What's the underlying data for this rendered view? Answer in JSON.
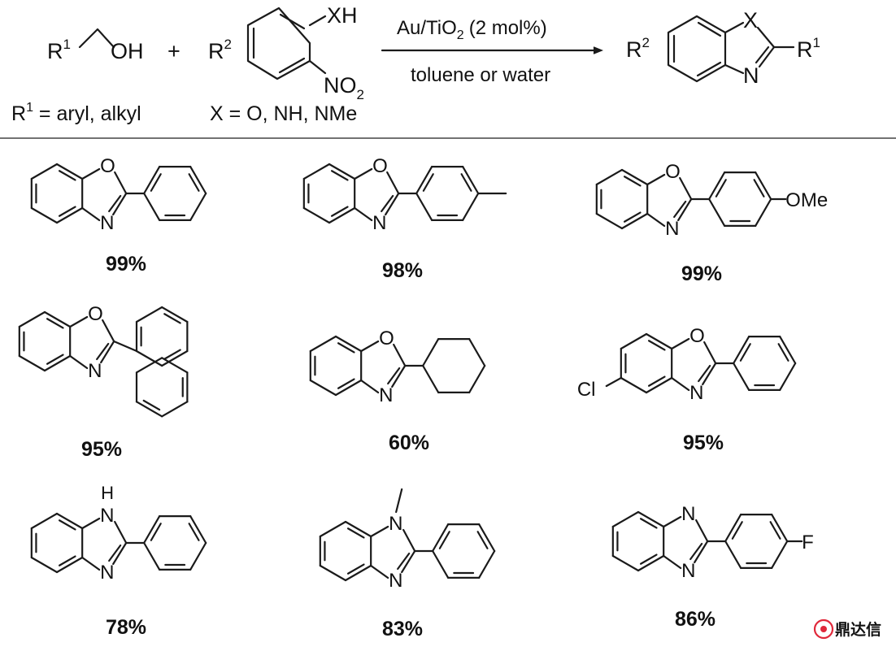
{
  "reaction": {
    "reactant1": {
      "r_group": "R",
      "r_superscript": "1",
      "hydroxyl": "OH"
    },
    "plus": "+",
    "reactant2": {
      "r_group": "R",
      "r_superscript": "2",
      "xh": "XH",
      "nitro": "NO",
      "nitro_subscript": "2"
    },
    "conditions": {
      "catalyst": "Au/TiO",
      "catalyst_subscript": "2",
      "catalyst_loading": "(2 mol%)",
      "solvent": "toluene or water"
    },
    "product": {
      "r2": "R",
      "r2_superscript": "2",
      "x": "X",
      "n": "N",
      "r1": "R",
      "r1_superscript": "1"
    },
    "r1_scope": {
      "r": "R",
      "superscript": "1",
      "text": " = aryl, alkyl"
    },
    "x_scope": "X = O, NH, NMe"
  },
  "products": [
    {
      "heteroatom": "O",
      "ring_n": "N",
      "substituent": "",
      "yield": "99%"
    },
    {
      "heteroatom": "O",
      "ring_n": "N",
      "substituent": "",
      "yield": "98%"
    },
    {
      "heteroatom": "O",
      "ring_n": "N",
      "substituent": "OMe",
      "yield": "99%"
    },
    {
      "heteroatom": "O",
      "ring_n": "N",
      "substituent": "",
      "yield": "95%"
    },
    {
      "heteroatom": "O",
      "ring_n": "N",
      "substituent": "",
      "yield": "60%"
    },
    {
      "heteroatom": "O",
      "ring_n": "N",
      "substituent": "Cl",
      "yield": "95%"
    },
    {
      "heteroatom": "N",
      "heteroatom_h": "H",
      "ring_n": "N",
      "substituent": "",
      "yield": "78%"
    },
    {
      "heteroatom": "N",
      "ring_n": "N",
      "substituent": "",
      "yield": "83%"
    },
    {
      "heteroatom": "N",
      "ring_n": "N",
      "substituent": "F",
      "yield": "86%"
    }
  ],
  "watermark": {
    "text": "鼎达信",
    "color": "#e0283a"
  }
}
